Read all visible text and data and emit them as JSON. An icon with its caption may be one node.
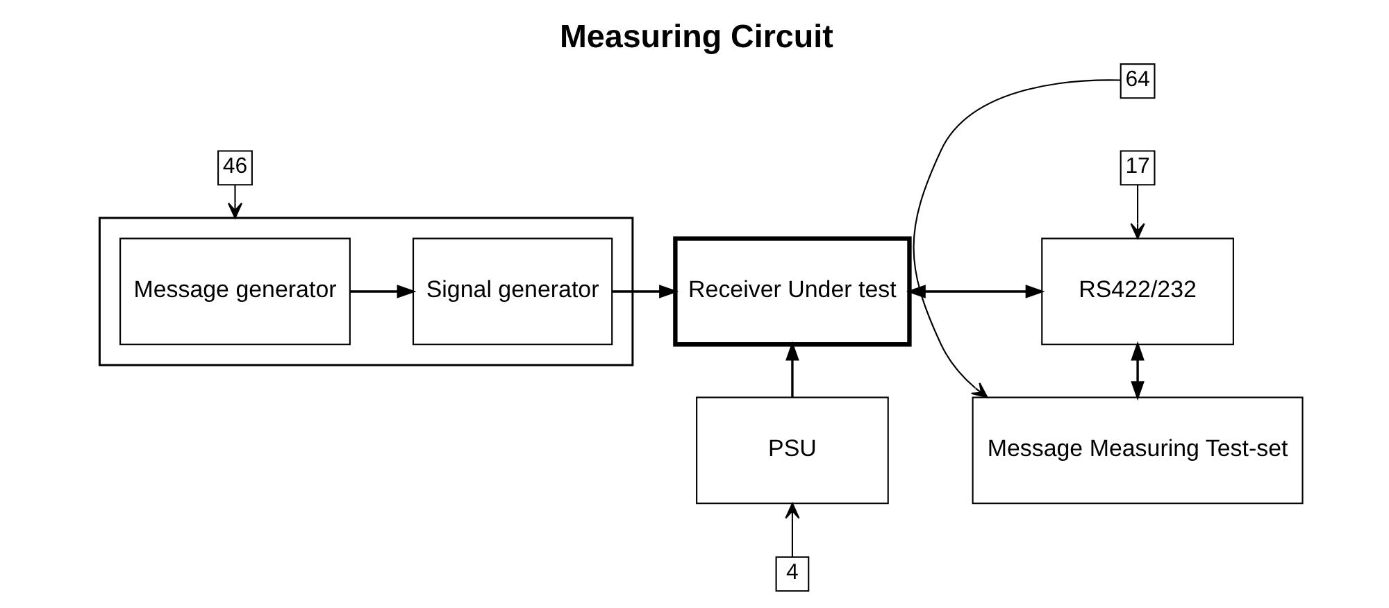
{
  "diagram": {
    "title": "Measuring Circuit",
    "nodes": [
      {
        "text": [],
        "shape": "box"
      },
      {
        "text": [
          "Message generator"
        ],
        "in": 0
      },
      {
        "text": [
          "Signal generator"
        ],
        "in": 0
      },
      {
        "text": [
          "Receiver Under test"
        ]
      },
      {
        "text": [
          "RS422/232"
        ]
      },
      {
        "text": [
          "PSU"
        ]
      },
      {
        "text": [
          "Message Measuring Test-set"
        ]
      },
      {
        "text": [
          "46"
        ]
      },
      {
        "text": [
          "17"
        ]
      },
      {
        "text": [
          "4"
        ]
      },
      {
        "text": [
          "64"
        ]
      }
    ],
    "edges": [
      {
        "from": 1,
        "to": 2,
        "arrow": "to"
      },
      {
        "from": 2,
        "to": 3,
        "arrow": "to"
      },
      {
        "from": 3,
        "to": 4,
        "arrow": "both"
      },
      {
        "from": 4,
        "to": 6,
        "arrow": "both"
      },
      {
        "from": 5,
        "to": 3,
        "arrow": "to"
      },
      {
        "from": 7,
        "to": 0,
        "arrow": "to"
      },
      {
        "from": 8,
        "to": 4,
        "arrow": "to"
      },
      {
        "from": 9,
        "to": 5,
        "arrow": "to"
      },
      {
        "from": 10,
        "to": 6,
        "arrow": "to"
      }
    ]
  }
}
